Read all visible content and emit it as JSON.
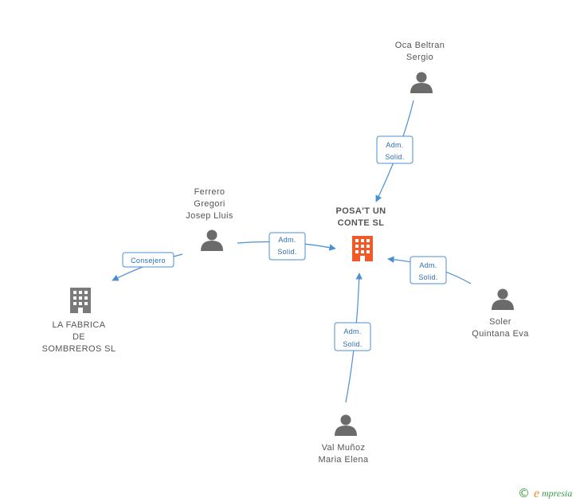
{
  "nodes": {
    "main": {
      "lines": [
        "POSA'T UN",
        "CONTE SL"
      ]
    },
    "oca": {
      "lines": [
        "Oca Beltran",
        "Sergio"
      ]
    },
    "ferrero": {
      "lines": [
        "Ferrero",
        "Gregori",
        "Josep Lluis"
      ]
    },
    "fabrica": {
      "lines": [
        "LA FABRICA",
        "DE",
        "SOMBREROS SL"
      ]
    },
    "soler": {
      "lines": [
        "Soler",
        "Quintana Eva"
      ]
    },
    "val": {
      "lines": [
        "Val Muñoz",
        "Maria Elena"
      ]
    }
  },
  "edges": {
    "oca_main": {
      "lines": [
        "Adm.",
        "Solid."
      ]
    },
    "ferrero_main": {
      "lines": [
        "Adm.",
        "Solid."
      ]
    },
    "ferrero_fabrica": {
      "lines": [
        "Consejero"
      ]
    },
    "soler_main": {
      "lines": [
        "Adm.",
        "Solid."
      ]
    },
    "val_main": {
      "lines": [
        "Adm.",
        "Solid."
      ]
    }
  },
  "colors": {
    "edge": "#4a8fd6",
    "main_building": "#f05a28",
    "company_building": "#7a7a7a",
    "person": "#6b6b6b"
  },
  "icons": {
    "main": "building-icon",
    "company": "building-icon",
    "person": "person-icon"
  },
  "brand": {
    "symbol": "©",
    "initial": "e",
    "rest": "mpresia"
  }
}
